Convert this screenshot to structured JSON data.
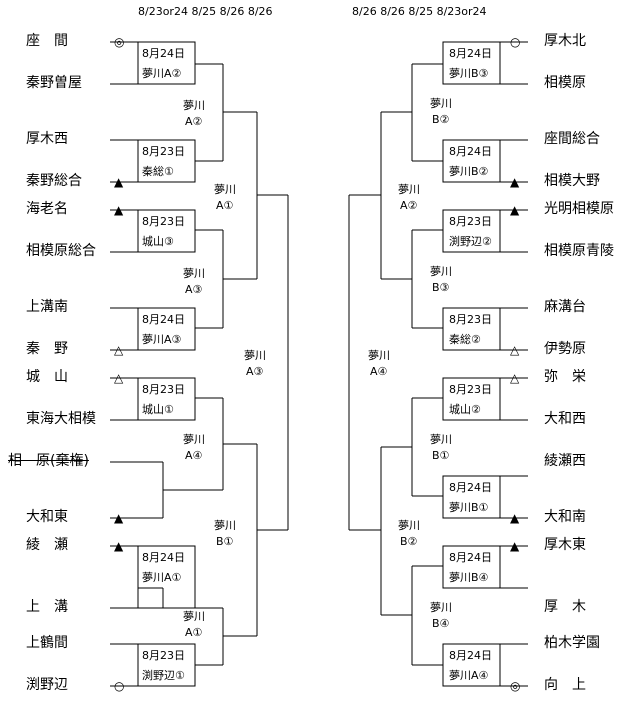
{
  "header": {
    "left_dates": "8/23or24   8/25   8/26   8/26",
    "right_dates": "8/26   8/26   8/25   8/23or24"
  },
  "left_teams": [
    {
      "name": "座　間",
      "mark": "◎",
      "struck": false
    },
    {
      "name": "秦野曽屋",
      "mark": "",
      "struck": false
    },
    {
      "name": "厚木西",
      "mark": "",
      "struck": false
    },
    {
      "name": "秦野総合",
      "mark": "▲",
      "struck": false
    },
    {
      "name": "海老名",
      "mark": "▲",
      "struck": false
    },
    {
      "name": "相模原総合",
      "mark": "",
      "struck": false
    },
    {
      "name": "上溝南",
      "mark": "",
      "struck": false
    },
    {
      "name": "秦　野",
      "mark": "△",
      "struck": false
    },
    {
      "name": "城　山",
      "mark": "△",
      "struck": false
    },
    {
      "name": "東海大相模",
      "mark": "",
      "struck": false
    },
    {
      "name": "相　原(棄権)",
      "mark": "",
      "struck": true
    },
    {
      "name": "大和東",
      "mark": "▲",
      "struck": false
    },
    {
      "name": "綾　瀬",
      "mark": "▲",
      "struck": false
    },
    {
      "name": "上　溝",
      "mark": "",
      "struck": false
    },
    {
      "name": "上鶴間",
      "mark": "",
      "struck": false
    },
    {
      "name": "渕野辺",
      "mark": "○",
      "struck": false
    }
  ],
  "right_teams": [
    {
      "name": "厚木北",
      "mark": "○"
    },
    {
      "name": "相模原",
      "mark": ""
    },
    {
      "name": "座間総合",
      "mark": ""
    },
    {
      "name": "相模大野",
      "mark": "▲"
    },
    {
      "name": "光明相模原",
      "mark": "▲"
    },
    {
      "name": "相模原青陵",
      "mark": ""
    },
    {
      "name": "麻溝台",
      "mark": ""
    },
    {
      "name": "伊勢原",
      "mark": "△"
    },
    {
      "name": "弥　栄",
      "mark": "△"
    },
    {
      "name": "大和西",
      "mark": ""
    },
    {
      "name": "綾瀬西",
      "mark": ""
    },
    {
      "name": "大和南",
      "mark": "▲"
    },
    {
      "name": "厚木東",
      "mark": "▲"
    },
    {
      "name": "厚　木",
      "mark": ""
    },
    {
      "name": "柏木学園",
      "mark": ""
    },
    {
      "name": "向　上",
      "mark": "◎"
    }
  ],
  "left_r1_boxes": [
    {
      "date": "8月24日",
      "venue": "夢川A②"
    },
    {
      "date": "8月23日",
      "venue": "秦総①"
    },
    {
      "date": "8月23日",
      "venue": "城山③"
    },
    {
      "date": "8月24日",
      "venue": "夢川A③"
    },
    {
      "date": "8月23日",
      "venue": "城山①"
    },
    {
      "date": "8月24日",
      "venue": "夢川A①"
    },
    {
      "date": "8月23日",
      "venue": "渕野辺①"
    }
  ],
  "right_r1_boxes": [
    {
      "date": "8月24日",
      "venue": "夢川B③"
    },
    {
      "date": "8月24日",
      "venue": "夢川B②"
    },
    {
      "date": "8月23日",
      "venue": "渕野辺②"
    },
    {
      "date": "8月23日",
      "venue": "秦総②"
    },
    {
      "date": "8月23日",
      "venue": "城山②"
    },
    {
      "date": "8月24日",
      "venue": "夢川B①"
    },
    {
      "date": "8月24日",
      "venue": "夢川B④"
    },
    {
      "date": "8月24日",
      "venue": "夢川A④"
    }
  ],
  "left_r2_labels": [
    {
      "l1": "夢川",
      "l2": "A②"
    },
    {
      "l1": "夢川",
      "l2": "A③"
    },
    {
      "l1": "夢川",
      "l2": "A④"
    },
    {
      "l1": "夢川",
      "l2": "A①"
    }
  ],
  "left_r3_labels": [
    {
      "l1": "夢川",
      "l2": "A①"
    },
    {
      "l1": "夢川",
      "l2": "B①"
    }
  ],
  "left_r4_label": {
    "l1": "夢川",
    "l2": "A③"
  },
  "right_r2_labels": [
    {
      "l1": "夢川",
      "l2": "B②"
    },
    {
      "l1": "夢川",
      "l2": "B③"
    },
    {
      "l1": "夢川",
      "l2": "B①"
    },
    {
      "l1": "夢川",
      "l2": "B④"
    }
  ],
  "right_r3_labels": [
    {
      "l1": "夢川",
      "l2": "A②"
    },
    {
      "l1": "夢川",
      "l2": "B②"
    }
  ],
  "right_r4_label": {
    "l1": "夢川",
    "l2": "A④"
  }
}
